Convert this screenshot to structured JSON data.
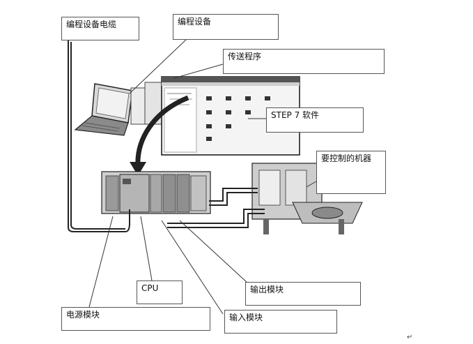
{
  "labels": {
    "programming_cable": "编程设备电缆",
    "programming_device": "编程设备",
    "transfer_program": "传送程序",
    "step7_software": "STEP 7 软件",
    "controlled_machine": "要控制的机器",
    "cpu": "CPU",
    "output_module": "输出模块",
    "power_module": "电源模块",
    "input_module": "输入模块"
  },
  "paragraph_mark": "↵"
}
